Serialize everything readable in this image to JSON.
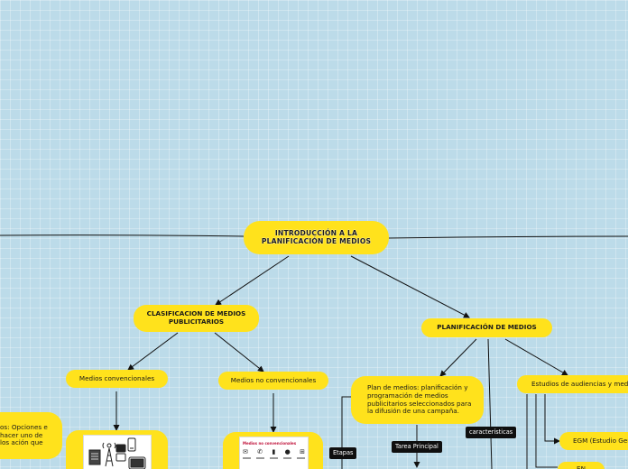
{
  "nodes": {
    "root": "INTRODUCCIÓN A LA PLANIFICACIÓN DE MEDIOS",
    "clasificacion": "CLASIFICACION DE MEDIOS PUBLICITARIOS",
    "planificacion": "PLANIFICACIÓN DE MEDIOS",
    "convencionales": "Medios convencionales",
    "no_convencionales": "Medios no convencionales",
    "plan_de_medios": "Plan de medios: planificación y programación de medios publicitarios seleccionados para la difusión de una campaña.",
    "estudios": "Estudios de audiencias y medios",
    "egm": "EGM (Estudio General",
    "opciones": "os: Opciones e hacer uno de los ación que",
    "partial_bottom": "EN"
  },
  "labels": {
    "etapas": "Etapas",
    "tarea_principal": "Tarea Principal",
    "caracteristicas": "características"
  },
  "thumbnails": {
    "no_convencionales_title": "Medios no convencionales"
  },
  "icons": {
    "convencionales": [
      "radio-tower-icon",
      "mobile-phone-icon",
      "television-icon",
      "newspaper-icon"
    ],
    "no_convencionales": [
      "mail-icon",
      "phone-icon",
      "book-icon",
      "person-icon",
      "cart-icon"
    ]
  },
  "colors": {
    "node": "#ffe21c",
    "background": "#bcdbe9",
    "line": "#111111",
    "label": "#0f0f0f"
  }
}
